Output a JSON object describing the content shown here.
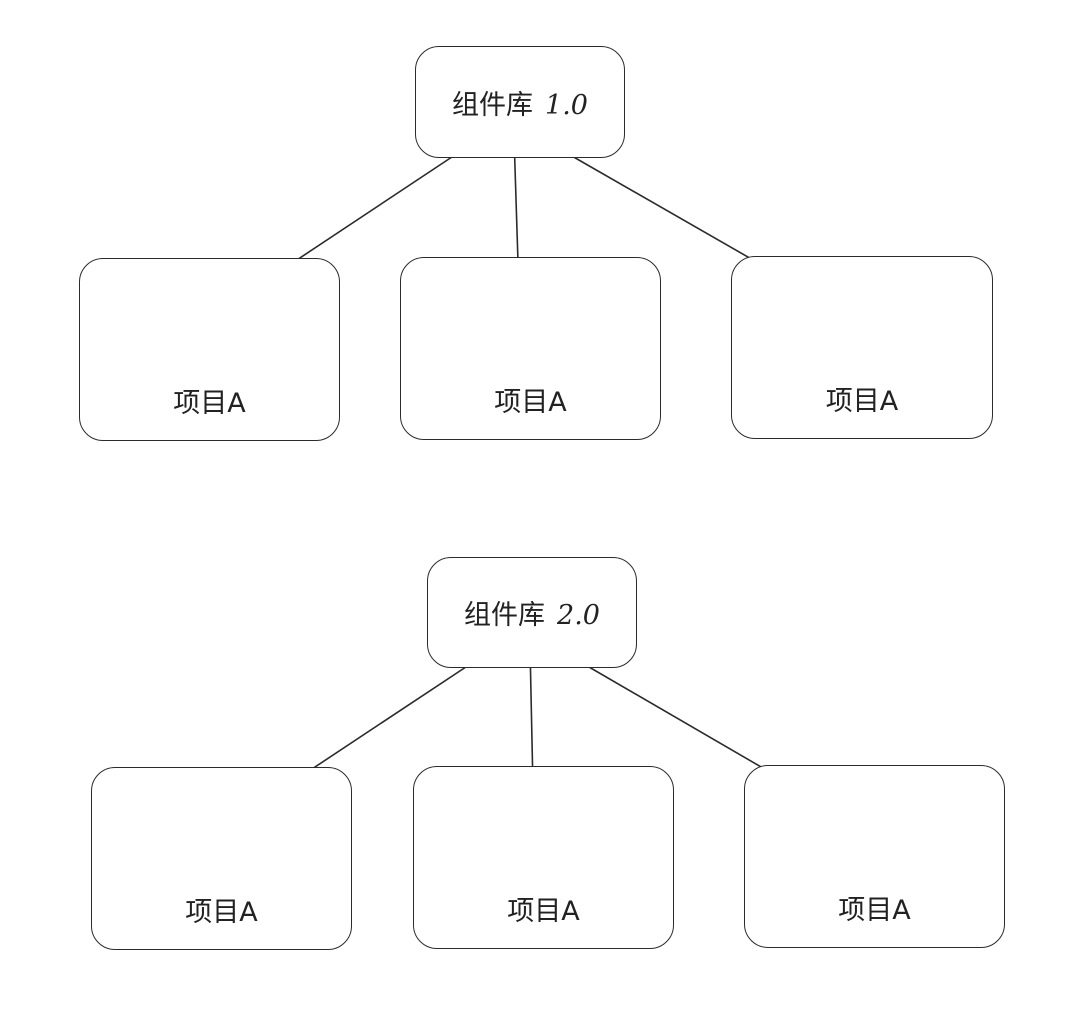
{
  "diagrams": [
    {
      "library": {
        "name": "组件库",
        "version": "1.0"
      },
      "projects": [
        "项目A",
        "项目A",
        "项目A"
      ]
    },
    {
      "library": {
        "name": "组件库",
        "version": "2.0"
      },
      "projects": [
        "项目A",
        "项目A",
        "项目A"
      ]
    }
  ]
}
